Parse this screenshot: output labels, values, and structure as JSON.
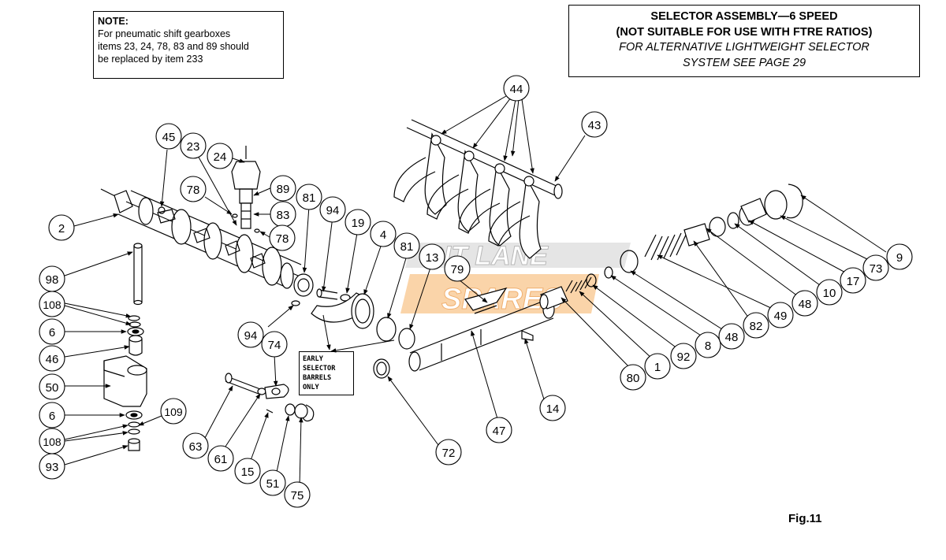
{
  "note": {
    "title": "NOTE:",
    "lines": [
      "For pneumatic shift gearboxes",
      "items 23, 24, 78, 83 and 89 should",
      "be replaced by item 233"
    ]
  },
  "title_box": {
    "line1": "SELECTOR ASSEMBLY—6 SPEED",
    "line2": "(NOT SUITABLE FOR USE WITH FTRE RATIOS)",
    "line3": "FOR ALTERNATIVE LIGHTWEIGHT SELECTOR",
    "line4": "SYSTEM SEE PAGE 29"
  },
  "early_note": [
    "EARLY",
    "SELECTOR",
    "BARRELS",
    "ONLY"
  ],
  "watermark": {
    "line1": "PIT LANE",
    "line2": "SPARES"
  },
  "figure_label": "Fig.11",
  "callouts": {
    "c2": "2",
    "c98": "98",
    "c108a": "108",
    "c6a": "6",
    "c46": "46",
    "c50": "50",
    "c6b": "6",
    "c108b": "108",
    "c93": "93",
    "c109": "109",
    "c45": "45",
    "c23": "23",
    "c24": "24",
    "c78a": "78",
    "c89": "89",
    "c83": "83",
    "c78b": "78",
    "c81a": "81",
    "c94a": "94",
    "c19": "19",
    "c4": "4",
    "c81b": "81",
    "c13": "13",
    "c94b": "94",
    "c74": "74",
    "c63": "63",
    "c61": "61",
    "c15": "15",
    "c51": "51",
    "c75": "75",
    "c72": "72",
    "c79": "79",
    "c47": "47",
    "c14": "14",
    "c80": "80",
    "c1": "1",
    "c92": "92",
    "c8": "8",
    "c48a": "48",
    "c82": "82",
    "c49": "49",
    "c48b": "48",
    "c10": "10",
    "c17": "17",
    "c73": "73",
    "c9": "9",
    "c44": "44",
    "c43": "43"
  },
  "colors": {
    "ink": "#000000",
    "watermark_grey": "#b8b8b8",
    "watermark_orange": "#f5a040"
  }
}
